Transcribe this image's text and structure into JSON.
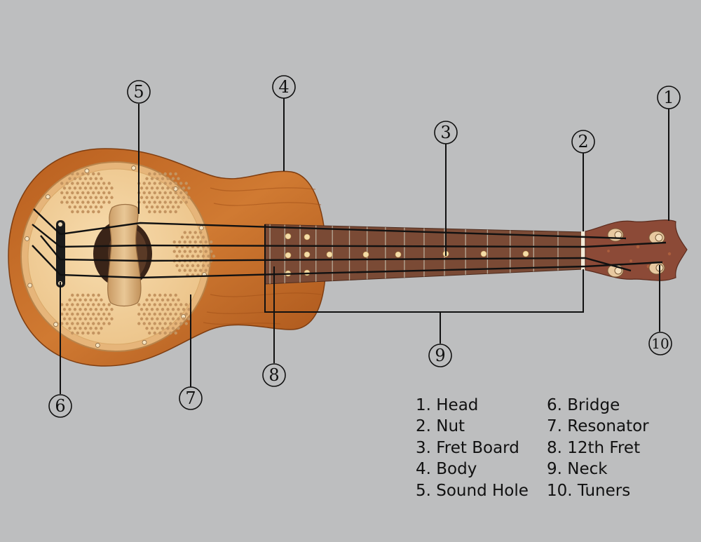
{
  "colors": {
    "background": "#bdbebf",
    "body_wood": "#c8702a",
    "body_wood_dark": "#9a4d15",
    "resonator_cover": "#f2d3a2",
    "fretboard": "#7a4a35",
    "fret_marker": "#f4dca8",
    "head_wood": "#8c4a37",
    "strings": "#111111",
    "line": "#111111"
  },
  "callouts": [
    {
      "num": "1"
    },
    {
      "num": "2"
    },
    {
      "num": "3"
    },
    {
      "num": "4"
    },
    {
      "num": "5"
    },
    {
      "num": "6"
    },
    {
      "num": "7"
    },
    {
      "num": "8"
    },
    {
      "num": "9"
    },
    {
      "num": "10"
    }
  ],
  "legend": {
    "left": [
      {
        "text": "1. Head"
      },
      {
        "text": "2. Nut"
      },
      {
        "text": "3. Fret Board"
      },
      {
        "text": "4. Body"
      },
      {
        "text": "5. Sound Hole"
      }
    ],
    "right": [
      {
        "text": "6. Bridge"
      },
      {
        "text": "7. Resonator"
      },
      {
        "text": "8. 12th Fret"
      },
      {
        "text": "9. Neck"
      },
      {
        "text": "10. Tuners"
      }
    ]
  }
}
